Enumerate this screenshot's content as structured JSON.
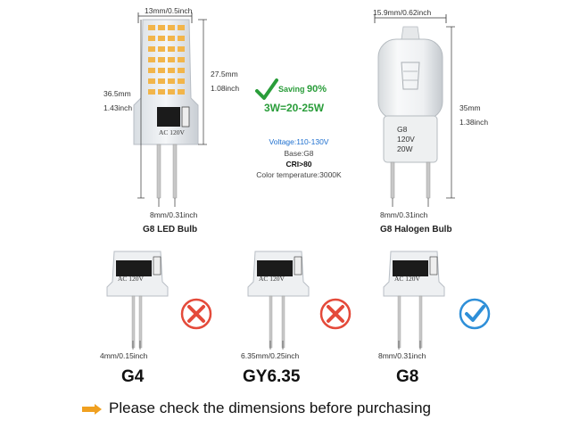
{
  "top_left": {
    "width_label": "13mm/0.5inch",
    "inner_height_mm": "27.5mm",
    "inner_height_in": "1.08inch",
    "total_height_mm": "36.5mm",
    "total_height_in": "1.43inch",
    "pin_spacing": "8mm/0.31inch",
    "caption": "G8 LED Bulb",
    "body_text": "AC 120V"
  },
  "top_right": {
    "width_label": "15.9mm/0.62inch",
    "height_mm": "35mm",
    "height_in": "1.38inch",
    "pin_spacing": "8mm/0.31inch",
    "caption": "G8 Halogen Bulb",
    "bulb_text_1": "G8",
    "bulb_text_2": "120V",
    "bulb_text_3": "20W"
  },
  "middle": {
    "saving_label": "Saving",
    "saving_value": "90%",
    "equivalent": "3W=20-25W",
    "voltage": "Voltage:110-130V",
    "base": "Base:G8",
    "cri": "CRI>80",
    "color_temp": "Color temperature:3000K"
  },
  "bases": [
    {
      "name": "G4",
      "spacing": "4mm/0.15inch",
      "body_text": "AC 120V",
      "ok": false
    },
    {
      "name": "GY6.35",
      "spacing": "6.35mm/0.25inch",
      "body_text": "AC 120V",
      "ok": false
    },
    {
      "name": "G8",
      "spacing": "8mm/0.31inch",
      "body_text": "AC 120V",
      "ok": true
    }
  ],
  "footer": {
    "note": "Please check the dimensions before purchasing"
  },
  "colors": {
    "led_chip": "#f2b54a",
    "check_green": "#2a9d3a",
    "cross_red": "#e44a3a",
    "check_blue": "#2e8fd8",
    "voltage_blue": "#1d6fcf",
    "hand_orange": "#f0a020"
  }
}
